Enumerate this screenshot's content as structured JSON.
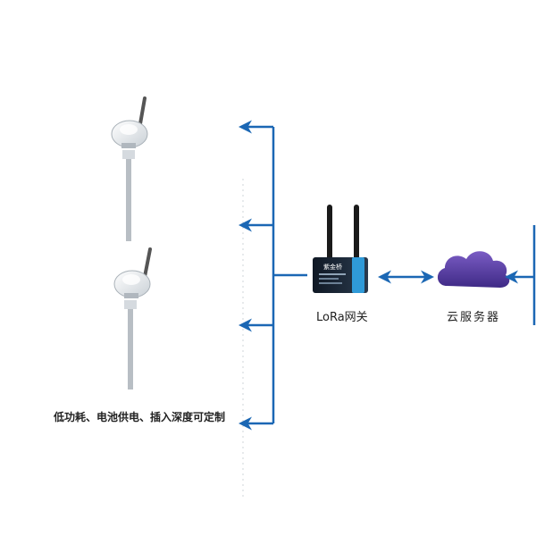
{
  "labels": {
    "gateway": "LoRa网关",
    "cloud": "云服务器",
    "sensors": "低功耗、电池供电、插入深度可定制"
  },
  "gateway_brand_text": "紫金桥",
  "colors": {
    "link_blue": "#1b67b4",
    "cloud_purple": "#5c3fa6",
    "gateway_body": "#1c2a3a",
    "gateway_accent": "#2f9ad8",
    "probe_head": "#e8ecef",
    "probe_stem": "#b8bec4"
  },
  "nodes": [
    {
      "id": "sensor-1",
      "type": "wireless-temperature-sensor"
    },
    {
      "id": "sensor-2",
      "type": "wireless-temperature-sensor"
    },
    {
      "id": "gateway",
      "type": "lora-gateway"
    },
    {
      "id": "cloud",
      "type": "cloud-server"
    }
  ],
  "edges": [
    {
      "from": "gateway",
      "to": "sensor-branch-1",
      "direction": "to-sensors"
    },
    {
      "from": "gateway",
      "to": "sensor-branch-2",
      "direction": "to-sensors"
    },
    {
      "from": "gateway",
      "to": "sensor-branch-3",
      "direction": "to-sensors"
    },
    {
      "from": "gateway",
      "to": "sensor-branch-4",
      "direction": "to-sensors"
    },
    {
      "from": "gateway",
      "to": "cloud",
      "direction": "bidirectional"
    },
    {
      "from": "offscreen-right",
      "to": "cloud",
      "direction": "to-cloud"
    }
  ]
}
